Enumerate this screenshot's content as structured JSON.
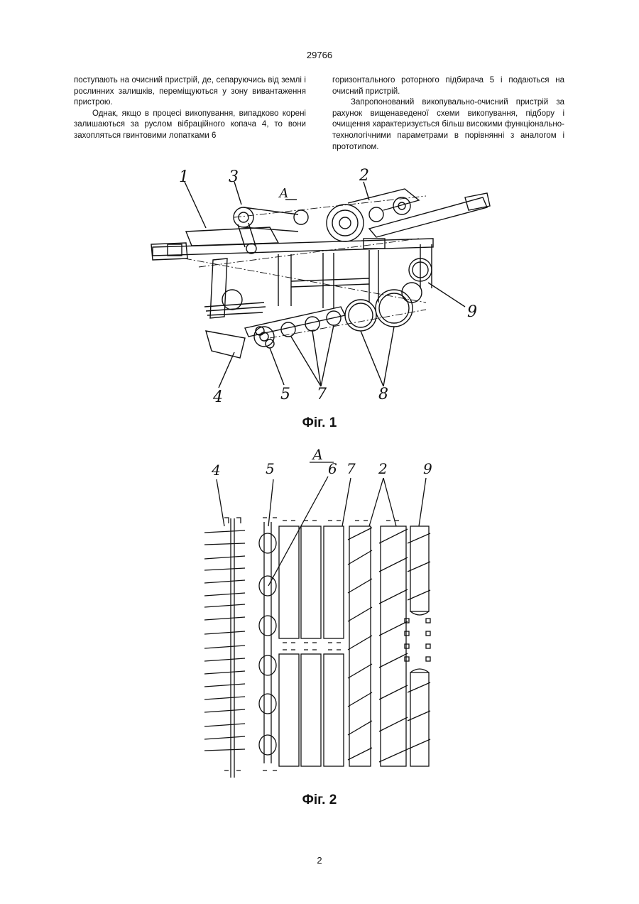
{
  "header": {
    "page_id": "29766"
  },
  "text": {
    "left": [
      "поступають на очисний пристрій, де, сепаруючись від землі і рослинних залишків, переміщуються у зону вивантаження пристрою.",
      "Однак, якщо в процесі викопування, випадково корені залишаються за руслом вібраційного копача 4, то вони захопляться гвинтовими лопатками 6"
    ],
    "right": [
      "горизонтального роторного підбирача 5 і подаються на очисний пристрій.",
      "Запропонований викопувально-очисний пристрій за рахунок вищенаведеної схеми викопування, підбору і очищення характеризується більш високими функціонально-технологічними параметрами в порівнянні з аналогом і прототипом."
    ]
  },
  "figure1": {
    "caption": "Фіг. 1",
    "section_mark": "А",
    "labels": {
      "l1": "1",
      "l2": "2",
      "l3": "3",
      "l4": "4",
      "l5": "5",
      "l7": "7",
      "l8": "8",
      "l9": "9"
    }
  },
  "figure2": {
    "caption": "Фіг. 2",
    "view_title": "А",
    "labels": {
      "l4": "4",
      "l5": "5",
      "l6": "6",
      "l7": "7",
      "l2": "2",
      "l9": "9"
    }
  },
  "footer": {
    "page_number": "2"
  }
}
